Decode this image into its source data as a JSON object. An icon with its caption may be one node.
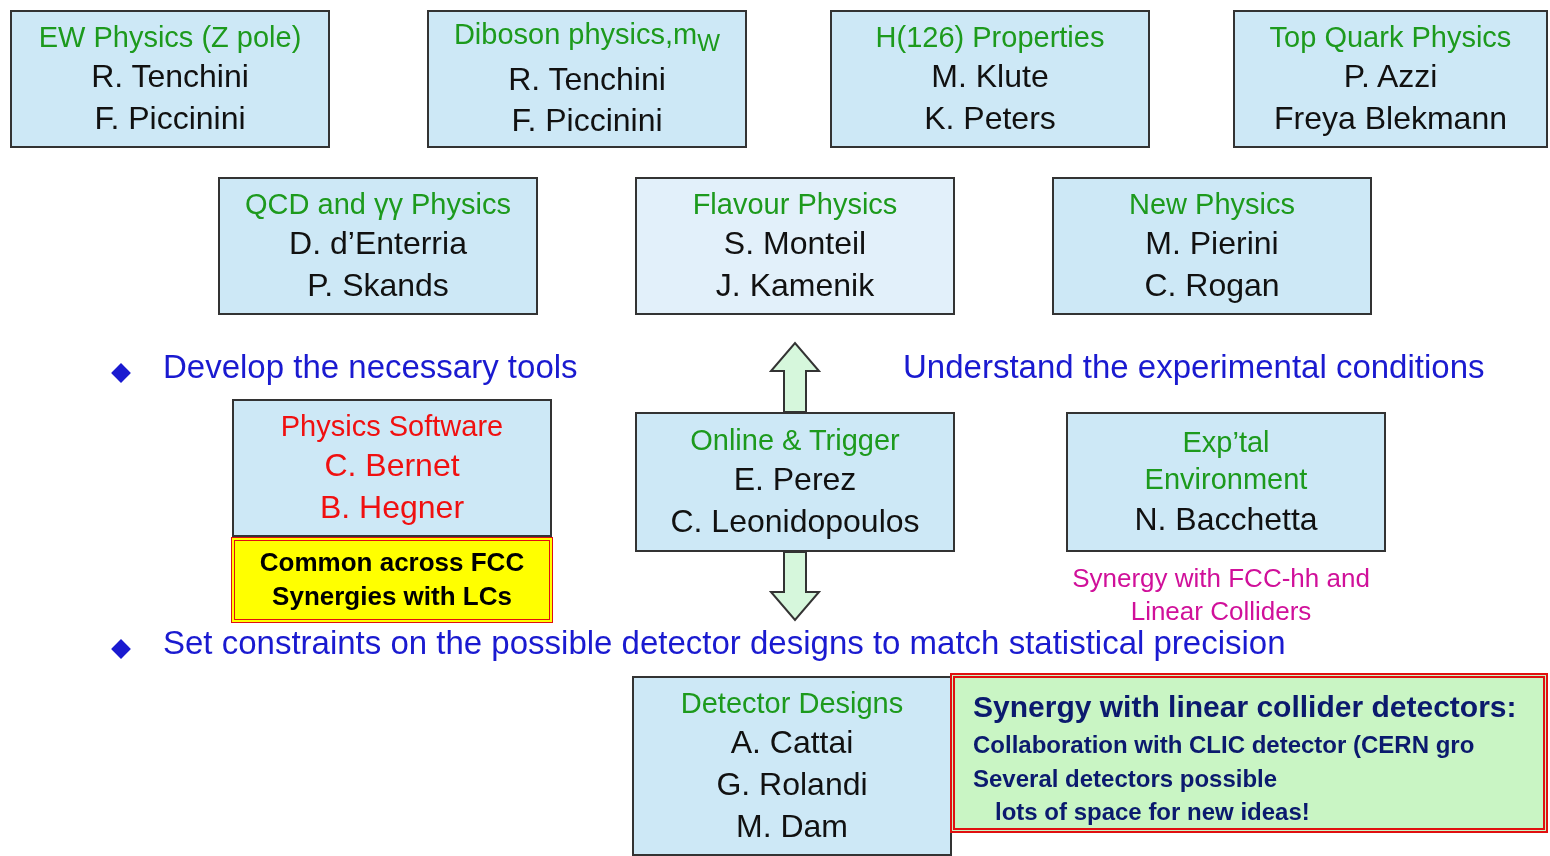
{
  "diagram": {
    "nodes": [
      {
        "text": [
          "EW Physics (Z pole)",
          "R. Tenchini",
          "F. Piccinini"
        ]
      },
      {
        "text": [
          "Diboson physics,m$_{W}$",
          "R. Tenchini",
          "F. Piccinini"
        ]
      },
      {
        "text": [
          "H(126) Properties",
          "M. Klute",
          "K. Peters"
        ]
      },
      {
        "text": [
          "Top Quark Physics",
          "P. Azzi",
          "Freya Blekmann"
        ]
      },
      {
        "text": [
          "QCD and γγ Physics",
          "D. d’Enterria",
          "P. Skands"
        ]
      },
      {
        "text": [
          "Flavour Physics",
          "S. Monteil",
          "J. Kamenik"
        ]
      },
      {
        "text": [
          "New Physics",
          "M. Pierini",
          "C. Rogan"
        ]
      },
      {
        "text": [
          "Physics Software",
          "C. Bernet",
          "B. Hegner"
        ]
      },
      {
        "text": [
          "Common across FCC",
          "Synergies with LCs"
        ]
      },
      {
        "text": [
          "Online & Trigger",
          "E. Perez",
          "C. Leonidopoulos"
        ]
      },
      {
        "text": [
          "Exp’tal Environment",
          "N. Bacchetta"
        ],
        "beside": [
          "Synergy with FCC-hh and Linear Colliders"
        ]
      },
      {
        "text": [
          "Detector Designs",
          "A. Cattai",
          "G. Rolandi",
          "M. Dam"
        ]
      },
      {
        "text": [
          "Synergy with linear collider detectors:",
          "Collaboration with CLIC detector (CERN gro",
          "Several detectors possible",
          "lots of space for new ideas!"
        ]
      }
    ],
    "edges": [
      {
        "from": 9,
        "to": 5,
        "arrow": "to"
      },
      {
        "from": 9,
        "to": null,
        "arrow": "to"
      }
    ],
    "labels": [
      "Develop the necessary tools",
      "Understand the experimental conditions",
      "Set constraints on the possible detector designs to match statistical precision"
    ]
  }
}
